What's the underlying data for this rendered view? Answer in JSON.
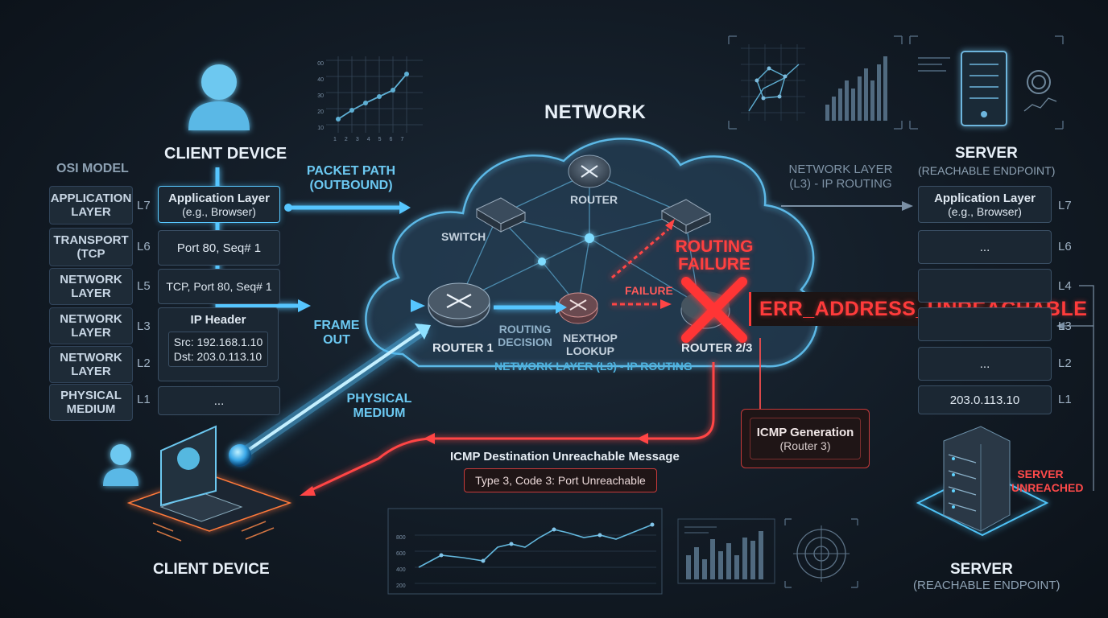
{
  "title": "NETWORK",
  "client_top": {
    "label": "CLIENT DEVICE"
  },
  "client_bottom": {
    "label": "CLIENT DEVICE"
  },
  "osi_model_label": "OSI MODEL",
  "osi_layers": [
    {
      "name": "APPLICATION LAYER",
      "num": "L7"
    },
    {
      "name": "TRANSPORT (TCP",
      "num": "L6"
    },
    {
      "name": "NETWORK LAYER",
      "num": "L5"
    },
    {
      "name": "NETWORK LAYER",
      "num": "L3"
    },
    {
      "name": "NETWORK LAYER",
      "num": "L2"
    },
    {
      "name": "PHYSICAL MEDIUM",
      "num": "L1"
    }
  ],
  "client_stack": {
    "app_title": "Application Layer",
    "app_sub": "(e.g., Browser)",
    "l6": "Port 80,  Seq# 1",
    "l5": "TCP, Port 80, Seq# 1",
    "ip_header_title": "IP Header",
    "src": "Src: 192.168.1.10",
    "dst": "Dst: 203.0.113.10",
    "l1": "..."
  },
  "packet_path": "PACKET PATH (OUTBOUND)",
  "frame_out": "FRAME OUT",
  "physical_medium": "PHYSICAL MEDIUM",
  "network_nodes": {
    "router_top": "ROUTER",
    "switch": "SWITCH",
    "router1": "ROUTER 1",
    "routing_decision": "ROUTING DECISION",
    "nexthop_lookup": "NEXTHOP LOOKUP",
    "failure": "FAILURE",
    "router23": "ROUTER 2/3",
    "routing_failure": "ROUTING FAILURE",
    "network_layer_caption": "NETWORK LAYER (L3) - IP ROUTING"
  },
  "error_code": "ERR_ADDRESS_UNREACHABLE",
  "icmp": {
    "generation_title": "ICMP Generation",
    "generation_sub": "(Router 3)",
    "message": "ICMP Destination Unreachable Message",
    "detail": "Type 3, Code 3: Port Unreachable"
  },
  "server_top": {
    "label": "SERVER",
    "sub": "(REACHABLE ENDPOINT)",
    "network_layer_note": "NETWORK LAYER (L3) - IP ROUTING"
  },
  "server_stack": {
    "app_title": "Application Layer",
    "app_sub": "(e.g., Browser)",
    "rows": [
      {
        "text": "...",
        "num": "L6"
      },
      {
        "text": "",
        "num": "L4"
      },
      {
        "text": "",
        "num": "L3"
      },
      {
        "text": "...",
        "num": "L2"
      },
      {
        "text": "203.0.113.10",
        "num": "L1"
      }
    ],
    "app_num": "L7"
  },
  "server_bottom": {
    "label": "SERVER",
    "sub": "(REACHABLE ENDPOINT)",
    "status": "SERVER UNREACHED"
  },
  "mini_chart_top": {
    "x_ticks": [
      "1",
      "2",
      "3",
      "4",
      "5",
      "6",
      "7"
    ],
    "y_ticks": [
      "00",
      "40",
      "30",
      "20",
      "10"
    ]
  },
  "mini_chart_bottom": {
    "y_ticks": [
      "800",
      "600",
      "400",
      "200"
    ]
  },
  "colors": {
    "accent": "#4fc3f7",
    "error": "#ff3b3b",
    "bg": "#121b25"
  }
}
